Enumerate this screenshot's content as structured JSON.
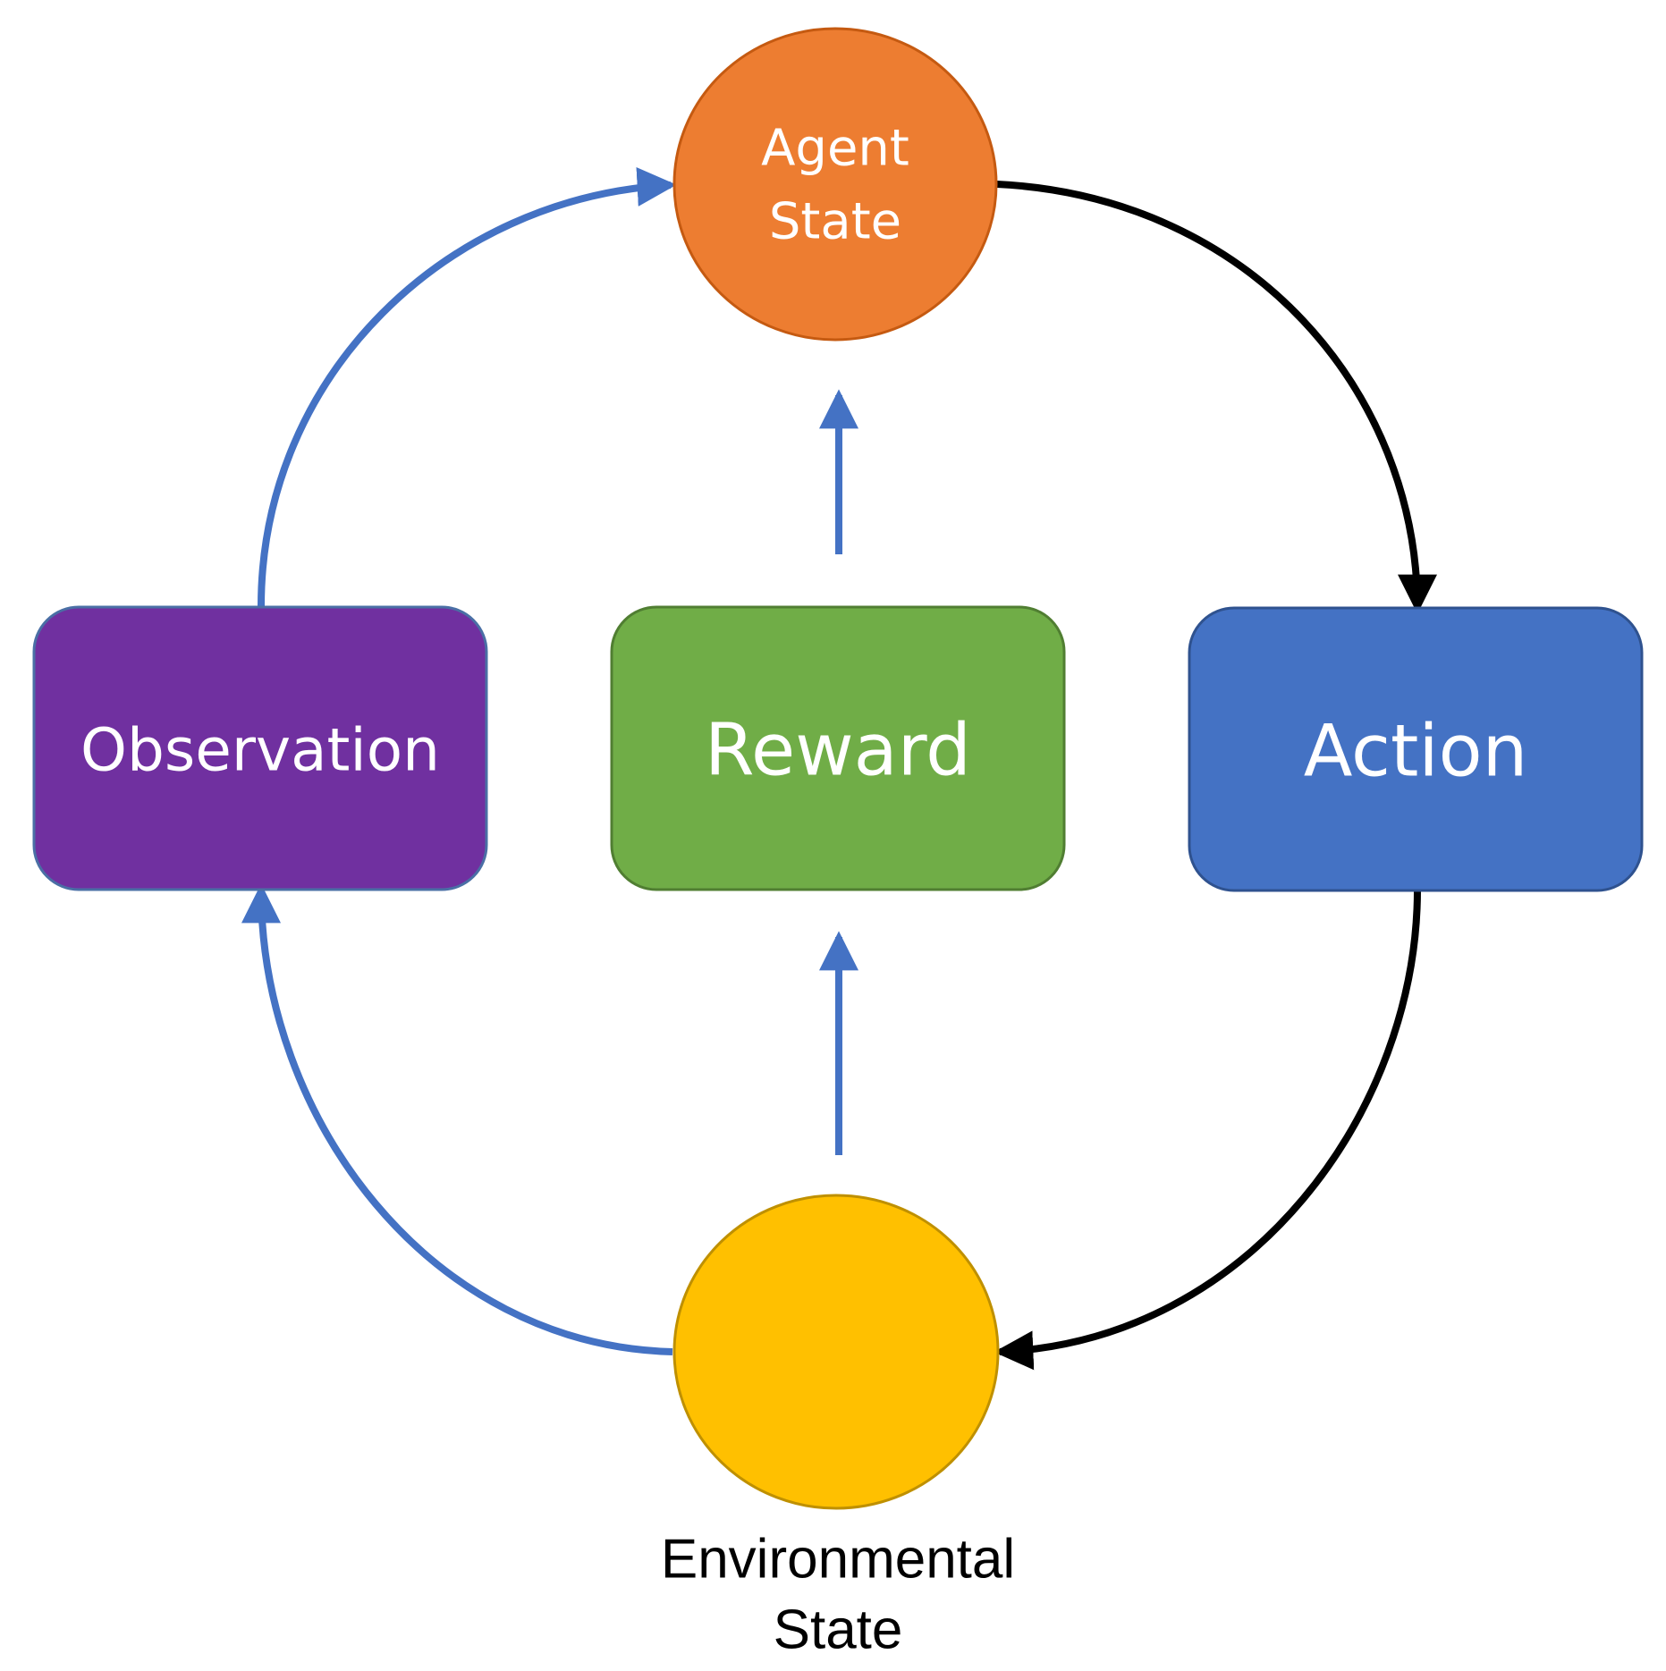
{
  "nodes": {
    "agent_state": {
      "lines": [
        "Agent",
        "State"
      ],
      "fill": "#ED7D31",
      "stroke": "#C55A11"
    },
    "observation": {
      "label": "Observation",
      "fill": "#7030A0",
      "stroke": "#4A6FA5"
    },
    "reward": {
      "label": "Reward",
      "fill": "#70AD47",
      "stroke": "#507E32"
    },
    "action": {
      "label": "Action",
      "fill": "#4472C4",
      "stroke": "#2F528F"
    },
    "environmental_state": {
      "fill": "#FFC000",
      "stroke": "#BF9000"
    }
  },
  "caption": {
    "line1": "Environmental",
    "line2": "State"
  },
  "arrow_colors": {
    "blue": "#4472C4",
    "black": "#000000"
  }
}
